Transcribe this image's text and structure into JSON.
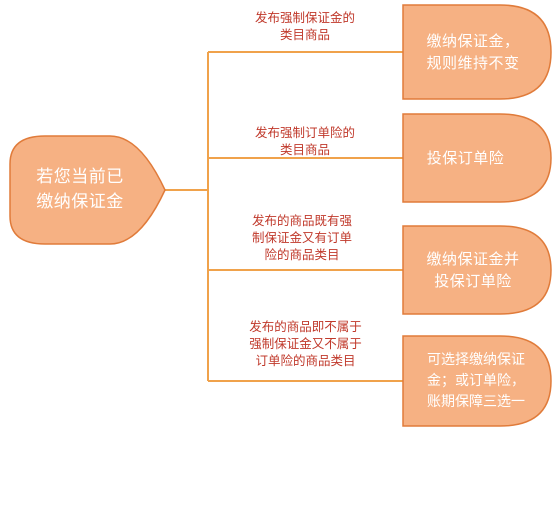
{
  "colors": {
    "node_fill": "#f6b183",
    "node_stroke": "#e07b3a",
    "connector": "#f0a24b",
    "label_text": "#c0392b",
    "node_text": "#ffffff"
  },
  "source": {
    "label": "若您当前已\n缴纳保证金"
  },
  "branches": [
    {
      "condition": "发布强制保证金的\n类目商品",
      "result": "缴纳保证金，\n规则维持不变"
    },
    {
      "condition": "发布强制订单险的\n类目商品",
      "result": "投保订单险"
    },
    {
      "condition": "发布的商品既有强\n制保证金又有订单\n险的商品类目",
      "result": "缴纳保证金并\n投保订单险"
    },
    {
      "condition": "发布的商品即不属于\n强制保证金又不属于\n订单险的商品类目",
      "result": "可选择缴纳保证\n金；或订单险，\n账期保障三选一"
    }
  ]
}
